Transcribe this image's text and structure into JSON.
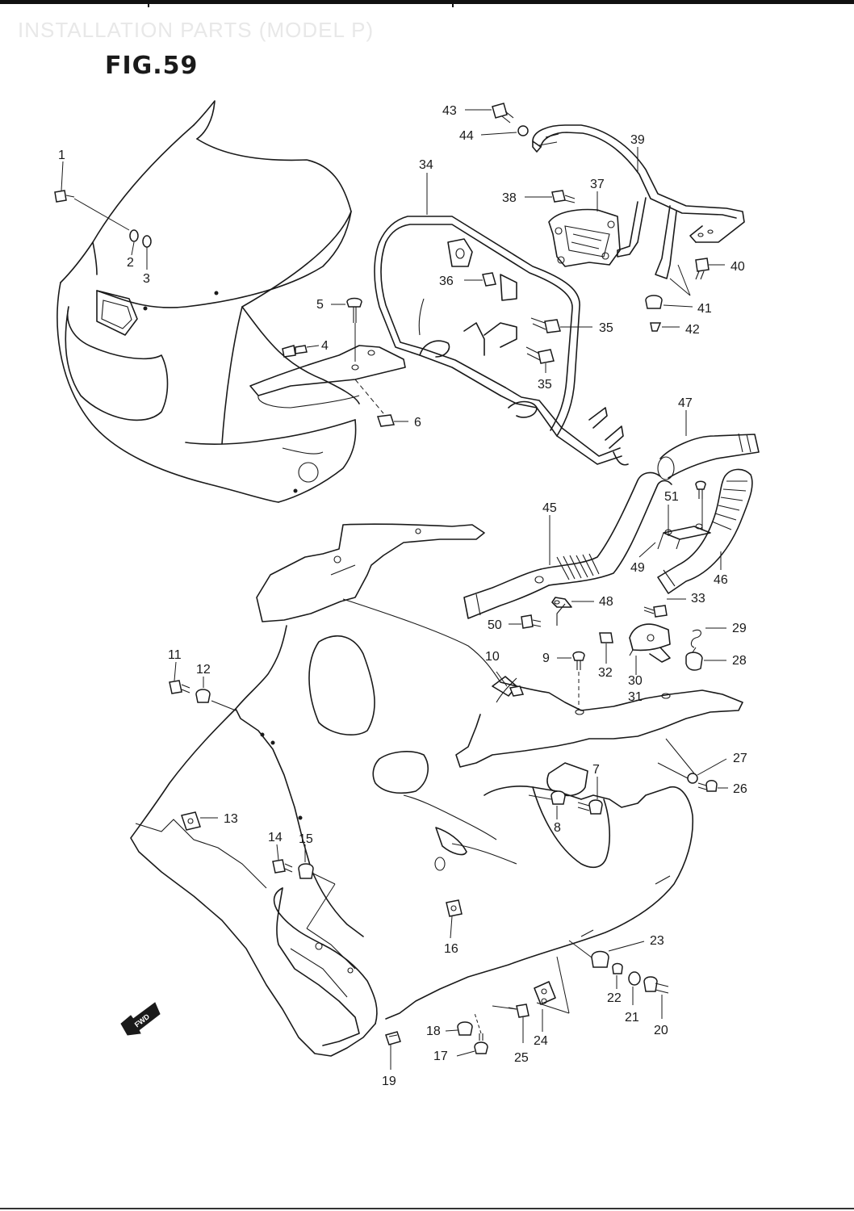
{
  "header": {
    "watermark": "INSTALLATION PARTS (MODEL P)",
    "figure_title": "FIG.59"
  },
  "direction_marker": {
    "label": "FWD",
    "icon": "fwd-arrow-icon"
  },
  "callouts": [
    "1",
    "2",
    "3",
    "4",
    "5",
    "6",
    "7",
    "8",
    "9",
    "10",
    "11",
    "12",
    "13",
    "14",
    "15",
    "16",
    "17",
    "18",
    "19",
    "20",
    "21",
    "22",
    "23",
    "24",
    "25",
    "26",
    "27",
    "28",
    "29",
    "30",
    "31",
    "32",
    "33",
    "34",
    "35",
    "35",
    "36",
    "37",
    "38",
    "39",
    "40",
    "41",
    "42",
    "43",
    "44",
    "45",
    "46",
    "47",
    "48",
    "49",
    "50",
    "51"
  ]
}
